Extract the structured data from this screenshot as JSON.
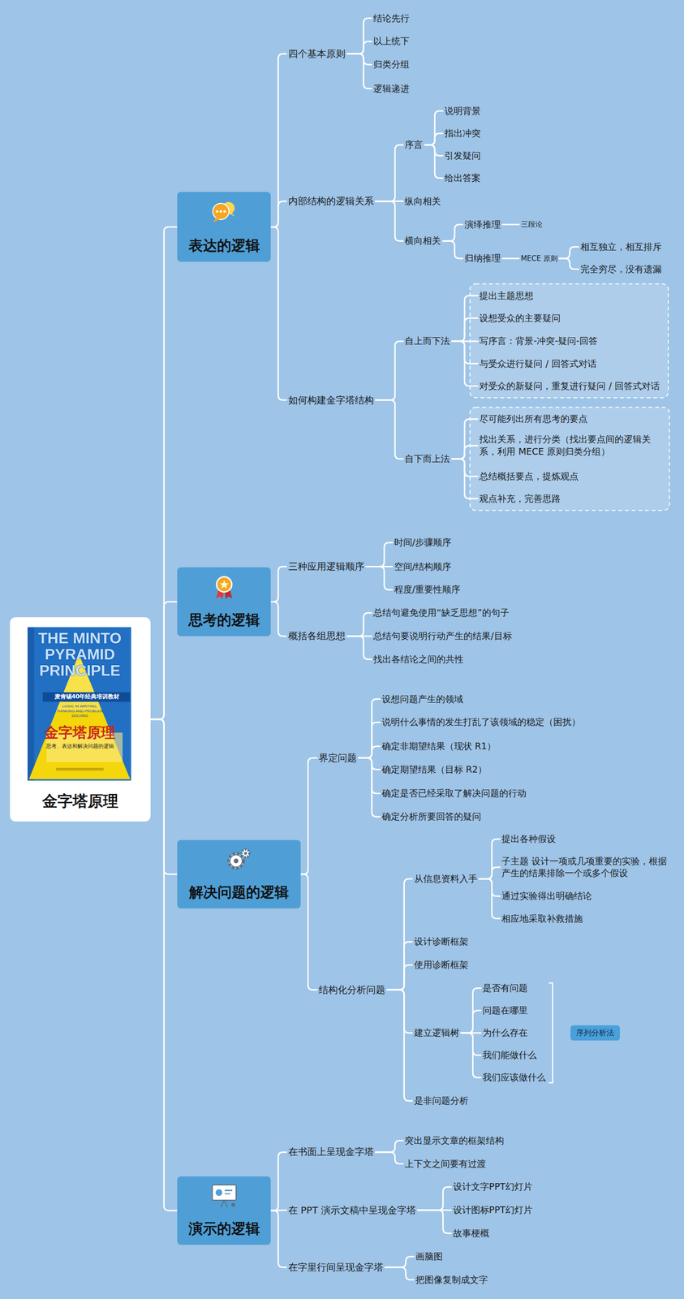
{
  "diagram": {
    "nodes": [
      {
        "text": [
          "金字塔原理"
        ]
      },
      {
        "text": [
          "表达的逻辑"
        ]
      },
      {
        "text": [
          "四个基本原则"
        ]
      },
      {
        "text": [
          "结论先行"
        ]
      },
      {
        "text": [
          "以上统下"
        ]
      },
      {
        "text": [
          "归类分组"
        ]
      },
      {
        "text": [
          "逻辑递进"
        ]
      },
      {
        "text": [
          "内部结构的逻辑关系"
        ]
      },
      {
        "text": [
          "序言"
        ]
      },
      {
        "text": [
          "说明背景"
        ]
      },
      {
        "text": [
          "指出冲突"
        ]
      },
      {
        "text": [
          "引发疑问"
        ]
      },
      {
        "text": [
          "给出答案"
        ]
      },
      {
        "text": [
          "纵向相关"
        ]
      },
      {
        "text": [
          "横向相关"
        ]
      },
      {
        "text": [
          "演绎推理"
        ]
      },
      {
        "text": [
          "三段论"
        ]
      },
      {
        "text": [
          "归纳推理"
        ]
      },
      {
        "text": [
          "MECE 原则"
        ]
      },
      {
        "text": [
          "相互独立，相互排斥"
        ]
      },
      {
        "text": [
          "完全穷尽，没有遗漏"
        ]
      },
      {
        "text": [
          "如何构建金字塔结构"
        ]
      },
      {
        "text": [
          "自上而下法"
        ]
      },
      {
        "text": [
          "提出主题思想"
        ]
      },
      {
        "text": [
          "设想受众的主要疑问"
        ]
      },
      {
        "text": [
          "写序言：背景-冲突-疑问-回答"
        ]
      },
      {
        "text": [
          "与受众进行疑问 / 回答式对话"
        ]
      },
      {
        "text": [
          "对受众的新疑问，重复进行疑问 / 回答式对话"
        ]
      },
      {
        "text": [
          "自下而上法"
        ]
      },
      {
        "text": [
          "尽可能列出所有思考的要点"
        ]
      },
      {
        "text": [
          "找出关系，进行分类（找出要点间的逻辑关系，利用 MECE 原则归类分组）"
        ]
      },
      {
        "text": [
          "总结概括要点，提炼观点"
        ]
      },
      {
        "text": [
          "观点补充，完善思路"
        ]
      },
      {
        "text": [
          "思考的逻辑"
        ]
      },
      {
        "text": [
          "三种应用逻辑顺序"
        ]
      },
      {
        "text": [
          "时间/步骤顺序"
        ]
      },
      {
        "text": [
          "空间/结构顺序"
        ]
      },
      {
        "text": [
          "程度/重要性顺序"
        ]
      },
      {
        "text": [
          "概括各组思想"
        ]
      },
      {
        "text": [
          "总结句避免使用“缺乏思想”的句子"
        ]
      },
      {
        "text": [
          "总结句要说明行动产生的结果/目标"
        ]
      },
      {
        "text": [
          "找出各结论之间的共性"
        ]
      },
      {
        "text": [
          "解决问题的逻辑"
        ]
      },
      {
        "text": [
          "界定问题"
        ]
      },
      {
        "text": [
          "设想问题产生的领域"
        ]
      },
      {
        "text": [
          "说明什么事情的发生打乱了该领域的稳定（困扰）"
        ]
      },
      {
        "text": [
          "确定非期望结果（现状 R1）"
        ]
      },
      {
        "text": [
          "确定期望结果（目标 R2）"
        ]
      },
      {
        "text": [
          "确定是否已经采取了解决问题的行动"
        ]
      },
      {
        "text": [
          "确定分析所要回答的疑问"
        ]
      },
      {
        "text": [
          "结构化分析问题"
        ]
      },
      {
        "text": [
          "从信息资料入手"
        ]
      },
      {
        "text": [
          "提出各种假设"
        ]
      },
      {
        "text": [
          "子主题 设计一项或几项重要的实验，根据产生的结果排除一个或多个假设"
        ]
      },
      {
        "text": [
          "通过实验得出明确结论"
        ]
      },
      {
        "text": [
          "相应地采取补救措施"
        ]
      },
      {
        "text": [
          "设计诊断框架"
        ]
      },
      {
        "text": [
          "使用诊断框架"
        ]
      },
      {
        "text": [
          "建立逻辑树"
        ]
      },
      {
        "text": [
          "是否有问题"
        ]
      },
      {
        "text": [
          "问题在哪里"
        ]
      },
      {
        "text": [
          "为什么存在"
        ]
      },
      {
        "text": [
          "我们能做什么"
        ]
      },
      {
        "text": [
          "我们应该做什么"
        ]
      },
      {
        "text": [
          "序列分析法"
        ]
      },
      {
        "text": [
          "是非问题分析"
        ]
      },
      {
        "text": [
          "演示的逻辑"
        ]
      },
      {
        "text": [
          "在书面上呈现金字塔"
        ]
      },
      {
        "text": [
          "突出显示文章的框架结构"
        ]
      },
      {
        "text": [
          "上下文之间要有过渡"
        ]
      },
      {
        "text": [
          "在 PPT 演示文稿中呈现金字塔"
        ]
      },
      {
        "text": [
          "设计文字PPT幻灯片"
        ]
      },
      {
        "text": [
          "设计图标PPT幻灯片"
        ]
      },
      {
        "text": [
          "故事梗概"
        ]
      },
      {
        "text": [
          "在字里行间呈现金字塔"
        ]
      },
      {
        "text": [
          "画脑图"
        ]
      },
      {
        "text": [
          "把图像复制成文字"
        ]
      }
    ],
    "edges": [
      {
        "from": 0,
        "to": 1,
        "arrow": "none"
      },
      {
        "from": 0,
        "to": 33,
        "arrow": "none"
      },
      {
        "from": 0,
        "to": 42,
        "arrow": "none"
      },
      {
        "from": 0,
        "to": 66,
        "arrow": "none"
      },
      {
        "from": 1,
        "to": 2,
        "arrow": "none"
      },
      {
        "from": 1,
        "to": 7,
        "arrow": "none"
      },
      {
        "from": 1,
        "to": 21,
        "arrow": "none"
      },
      {
        "from": 2,
        "to": 3,
        "arrow": "none"
      },
      {
        "from": 2,
        "to": 4,
        "arrow": "none"
      },
      {
        "from": 2,
        "to": 5,
        "arrow": "none"
      },
      {
        "from": 2,
        "to": 6,
        "arrow": "none"
      },
      {
        "from": 7,
        "to": 8,
        "arrow": "none"
      },
      {
        "from": 7,
        "to": 13,
        "arrow": "none"
      },
      {
        "from": 7,
        "to": 14,
        "arrow": "none"
      },
      {
        "from": 8,
        "to": 9,
        "arrow": "none"
      },
      {
        "from": 8,
        "to": 10,
        "arrow": "none"
      },
      {
        "from": 8,
        "to": 11,
        "arrow": "none"
      },
      {
        "from": 8,
        "to": 12,
        "arrow": "none"
      },
      {
        "from": 14,
        "to": 15,
        "arrow": "none"
      },
      {
        "from": 14,
        "to": 17,
        "arrow": "none"
      },
      {
        "from": 15,
        "to": 16,
        "arrow": "none"
      },
      {
        "from": 17,
        "to": 18,
        "arrow": "none"
      },
      {
        "from": 18,
        "to": 19,
        "arrow": "none"
      },
      {
        "from": 18,
        "to": 20,
        "arrow": "none"
      },
      {
        "from": 21,
        "to": 22,
        "arrow": "none"
      },
      {
        "from": 21,
        "to": 28,
        "arrow": "none"
      },
      {
        "from": 22,
        "to": 23,
        "arrow": "none"
      },
      {
        "from": 22,
        "to": 24,
        "arrow": "none"
      },
      {
        "from": 22,
        "to": 25,
        "arrow": "none"
      },
      {
        "from": 22,
        "to": 26,
        "arrow": "none"
      },
      {
        "from": 22,
        "to": 27,
        "arrow": "none"
      },
      {
        "from": 28,
        "to": 29,
        "arrow": "none"
      },
      {
        "from": 28,
        "to": 30,
        "arrow": "none"
      },
      {
        "from": 28,
        "to": 31,
        "arrow": "none"
      },
      {
        "from": 28,
        "to": 32,
        "arrow": "none"
      },
      {
        "from": 33,
        "to": 34,
        "arrow": "none"
      },
      {
        "from": 33,
        "to": 38,
        "arrow": "none"
      },
      {
        "from": 34,
        "to": 35,
        "arrow": "none"
      },
      {
        "from": 34,
        "to": 36,
        "arrow": "none"
      },
      {
        "from": 34,
        "to": 37,
        "arrow": "none"
      },
      {
        "from": 38,
        "to": 39,
        "arrow": "none"
      },
      {
        "from": 38,
        "to": 40,
        "arrow": "none"
      },
      {
        "from": 38,
        "to": 41,
        "arrow": "none"
      },
      {
        "from": 42,
        "to": 43,
        "arrow": "none"
      },
      {
        "from": 42,
        "to": 50,
        "arrow": "none"
      },
      {
        "from": 43,
        "to": 44,
        "arrow": "none"
      },
      {
        "from": 43,
        "to": 45,
        "arrow": "none"
      },
      {
        "from": 43,
        "to": 46,
        "arrow": "none"
      },
      {
        "from": 43,
        "to": 47,
        "arrow": "none"
      },
      {
        "from": 43,
        "to": 48,
        "arrow": "none"
      },
      {
        "from": 43,
        "to": 49,
        "arrow": "none"
      },
      {
        "from": 50,
        "to": 51,
        "arrow": "none"
      },
      {
        "from": 50,
        "to": 56,
        "arrow": "none"
      },
      {
        "from": 50,
        "to": 57,
        "arrow": "none"
      },
      {
        "from": 50,
        "to": 58,
        "arrow": "none"
      },
      {
        "from": 50,
        "to": 65,
        "arrow": "none"
      },
      {
        "from": 51,
        "to": 52,
        "arrow": "none"
      },
      {
        "from": 51,
        "to": 53,
        "arrow": "none"
      },
      {
        "from": 51,
        "to": 54,
        "arrow": "none"
      },
      {
        "from": 51,
        "to": 55,
        "arrow": "none"
      },
      {
        "from": 58,
        "to": 59,
        "arrow": "none"
      },
      {
        "from": 58,
        "to": 60,
        "arrow": "none"
      },
      {
        "from": 58,
        "to": 61,
        "arrow": "none"
      },
      {
        "from": 58,
        "to": 62,
        "arrow": "none"
      },
      {
        "from": 58,
        "to": 63,
        "arrow": "none"
      },
      {
        "from": 66,
        "to": 67,
        "arrow": "none"
      },
      {
        "from": 66,
        "to": 70,
        "arrow": "none"
      },
      {
        "from": 66,
        "to": 74,
        "arrow": "none"
      },
      {
        "from": 67,
        "to": 68,
        "arrow": "none"
      },
      {
        "from": 67,
        "to": 69,
        "arrow": "none"
      },
      {
        "from": 70,
        "to": 71,
        "arrow": "none"
      },
      {
        "from": 70,
        "to": 72,
        "arrow": "none"
      },
      {
        "from": 70,
        "to": 73,
        "arrow": "none"
      },
      {
        "from": 74,
        "to": 75,
        "arrow": "none"
      },
      {
        "from": 74,
        "to": 76,
        "arrow": "none"
      }
    ],
    "labels": [
      "THE MINTO PYRAMID PRINCIPLE",
      "麦肯锡40年经典培训教材",
      "LOGIC IN WRITING, THINKING AND PROBLEM SOLVING",
      "金字塔原理",
      "思考、表达和解决问题的逻辑"
    ]
  }
}
